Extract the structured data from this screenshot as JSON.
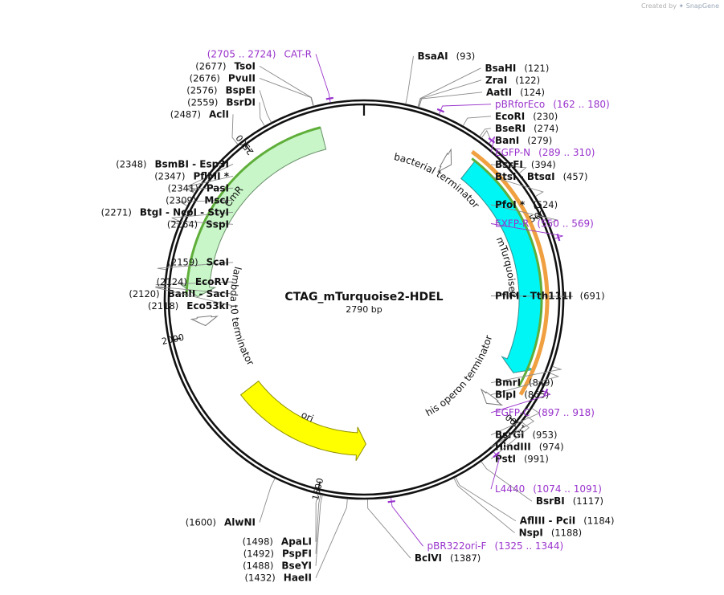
{
  "credit": {
    "prefix": "Created by",
    "brand": "SnapGene"
  },
  "plasmid": {
    "name": "CTAG_mTurquoise2-HDEL",
    "length_label": "2790 bp",
    "length": 2790
  },
  "ticks": [
    {
      "pos": 500,
      "label": "500"
    },
    {
      "pos": 1000,
      "label": "1000"
    },
    {
      "pos": 1500,
      "label": "1500"
    },
    {
      "pos": 2000,
      "label": "2000"
    },
    {
      "pos": 2500,
      "label": "2500"
    }
  ],
  "features": [
    {
      "name": "CmR",
      "start": 2680,
      "end": 2100,
      "color": "#c8f6c8",
      "stroke": "#6a8f6a",
      "label_style": "inside"
    },
    {
      "name": "mTurquoise2",
      "start": 300,
      "end": 900,
      "color": "#00f5f5",
      "stroke": "#3a8f8f",
      "label_style": "outside"
    },
    {
      "name": "ori",
      "start": 1800,
      "end": 1389,
      "color": "#ffff00",
      "stroke": "#8f8f00",
      "label_style": "inside"
    },
    {
      "name": "bacterial terminator",
      "start": 230,
      "end": 255,
      "color": "#ffffff",
      "stroke": "#777777",
      "label_style": "outside"
    },
    {
      "name": "his operon terminator",
      "start": 985,
      "end": 1010,
      "color": "#ffffff",
      "stroke": "#777777",
      "label_style": "outside"
    },
    {
      "name": "lambda t0 terminator",
      "start": 2045,
      "end": 2020,
      "color": "#ffffff",
      "stroke": "#777777",
      "label_style": "outside"
    }
  ],
  "sites": [
    {
      "name": "BsaAI",
      "pos_label": "(93)",
      "pos": 93,
      "side": "right"
    },
    {
      "name": "BsaHI",
      "pos_label": "(121)",
      "pos": 121,
      "side": "right"
    },
    {
      "name": "ZraI",
      "pos_label": "(122)",
      "pos": 122,
      "side": "right"
    },
    {
      "name": "AatII",
      "pos_label": "(124)",
      "pos": 124,
      "side": "right"
    },
    {
      "name": "EcoRI",
      "pos_label": "(230)",
      "pos": 230,
      "side": "right"
    },
    {
      "name": "BseRI",
      "pos_label": "(274)",
      "pos": 274,
      "side": "right"
    },
    {
      "name": "BanI",
      "pos_label": "(279)",
      "pos": 279,
      "side": "right"
    },
    {
      "name": "BsrFI",
      "pos_label": "(394)",
      "pos": 394,
      "side": "right"
    },
    {
      "name": "BtsI - BtsαI",
      "pos_label": "(457)",
      "pos": 457,
      "side": "right"
    },
    {
      "name": "PfoI *",
      "pos_label": "(524)",
      "pos": 524,
      "side": "right"
    },
    {
      "name": "PflFI - Tth111I",
      "pos_label": "(691)",
      "pos": 691,
      "side": "right"
    },
    {
      "name": "BmrI",
      "pos_label": "(849)",
      "pos": 849,
      "side": "right"
    },
    {
      "name": "BlpI",
      "pos_label": "(865)",
      "pos": 865,
      "side": "right"
    },
    {
      "name": "BsrGI",
      "pos_label": "(953)",
      "pos": 953,
      "side": "right"
    },
    {
      "name": "HindIII",
      "pos_label": "(974)",
      "pos": 974,
      "side": "right"
    },
    {
      "name": "PstI",
      "pos_label": "(991)",
      "pos": 991,
      "side": "right"
    },
    {
      "name": "BsrBI",
      "pos_label": "(1117)",
      "pos": 1117,
      "side": "right"
    },
    {
      "name": "AflIII - PciI",
      "pos_label": "(1184)",
      "pos": 1184,
      "side": "right"
    },
    {
      "name": "NspI",
      "pos_label": "(1188)",
      "pos": 1188,
      "side": "right"
    },
    {
      "name": "BclVI",
      "pos_label": "(1387)",
      "pos": 1387,
      "side": "right"
    },
    {
      "name": "HaeII",
      "pos_label": "(1432)",
      "pos": 1432,
      "side": "left"
    },
    {
      "name": "BseYI",
      "pos_label": "(1488)",
      "pos": 1488,
      "side": "left"
    },
    {
      "name": "PspFI",
      "pos_label": "(1492)",
      "pos": 1492,
      "side": "left"
    },
    {
      "name": "ApaLI",
      "pos_label": "(1498)",
      "pos": 1498,
      "side": "left"
    },
    {
      "name": "AlwNI",
      "pos_label": "(1600)",
      "pos": 1600,
      "side": "left"
    },
    {
      "name": "Eco53kI",
      "pos_label": "(2118)",
      "pos": 2118,
      "side": "left"
    },
    {
      "name": "BanII - SacI",
      "pos_label": "(2120)",
      "pos": 2120,
      "side": "left"
    },
    {
      "name": "EcoRV",
      "pos_label": "(2124)",
      "pos": 2124,
      "side": "left"
    },
    {
      "name": "ScaI",
      "pos_label": "(2159)",
      "pos": 2159,
      "side": "left"
    },
    {
      "name": "SspI",
      "pos_label": "(2264)",
      "pos": 2264,
      "side": "left"
    },
    {
      "name": "BtgI - NcoI - StyI",
      "pos_label": "(2271)",
      "pos": 2271,
      "side": "left"
    },
    {
      "name": "MscI",
      "pos_label": "(2309)",
      "pos": 2309,
      "side": "left"
    },
    {
      "name": "PasI",
      "pos_label": "(2341)",
      "pos": 2341,
      "side": "left"
    },
    {
      "name": "PflMI *",
      "pos_label": "(2347)",
      "pos": 2347,
      "side": "left"
    },
    {
      "name": "BsmBI - Esp3I",
      "pos_label": "(2348)",
      "pos": 2348,
      "side": "left"
    },
    {
      "name": "AclI",
      "pos_label": "(2487)",
      "pos": 2487,
      "side": "left"
    },
    {
      "name": "BsrDI",
      "pos_label": "(2559)",
      "pos": 2559,
      "side": "left"
    },
    {
      "name": "BspEI",
      "pos_label": "(2576)",
      "pos": 2576,
      "side": "left"
    },
    {
      "name": "PvuII",
      "pos_label": "(2676)",
      "pos": 2676,
      "side": "left"
    },
    {
      "name": "TsoI",
      "pos_label": "(2677)",
      "pos": 2677,
      "side": "left"
    }
  ],
  "primers": [
    {
      "name": "pBRforEco",
      "range_label": "(162 .. 180)",
      "pos": 171,
      "side": "right"
    },
    {
      "name": "EGFP-N",
      "range_label": "(289 .. 310)",
      "pos": 300,
      "side": "right"
    },
    {
      "name": "EXFP-R",
      "range_label": "(550 .. 569)",
      "pos": 560,
      "side": "right"
    },
    {
      "name": "EGFP-C",
      "range_label": "(897 .. 918)",
      "pos": 907,
      "side": "right"
    },
    {
      "name": "L4440",
      "range_label": "(1074 .. 1091)",
      "pos": 1082,
      "side": "right"
    },
    {
      "name": "pBR322ori-F",
      "range_label": "(1325 .. 1344)",
      "pos": 1335,
      "side": "right"
    },
    {
      "name": "CAT-R",
      "range_label": "(2705 .. 2724)",
      "pos": 2715,
      "side": "left"
    }
  ]
}
